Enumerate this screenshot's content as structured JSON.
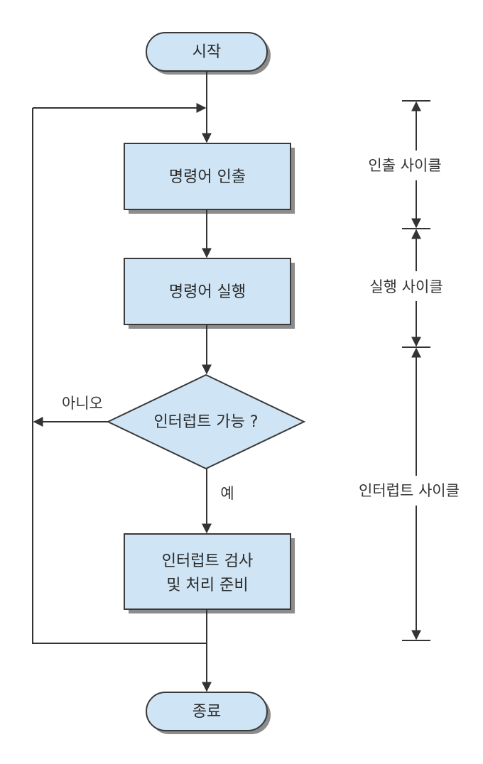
{
  "nodes": {
    "start": "시작",
    "fetch": "명령어 인출",
    "execute": "명령어 실행",
    "decision": "인터럽트 가능 ?",
    "handle_line1": "인터럽트 검사",
    "handle_line2": "및 처리 준비",
    "end": "종료"
  },
  "edges": {
    "no": "아니오",
    "yes": "예"
  },
  "cycles": {
    "fetch": "인출 사이클",
    "execute": "실행 사이클",
    "interrupt": "인터럽트 사이클"
  },
  "colors": {
    "box_fill": "#cfe4f4",
    "outline": "#3a3a3a"
  }
}
